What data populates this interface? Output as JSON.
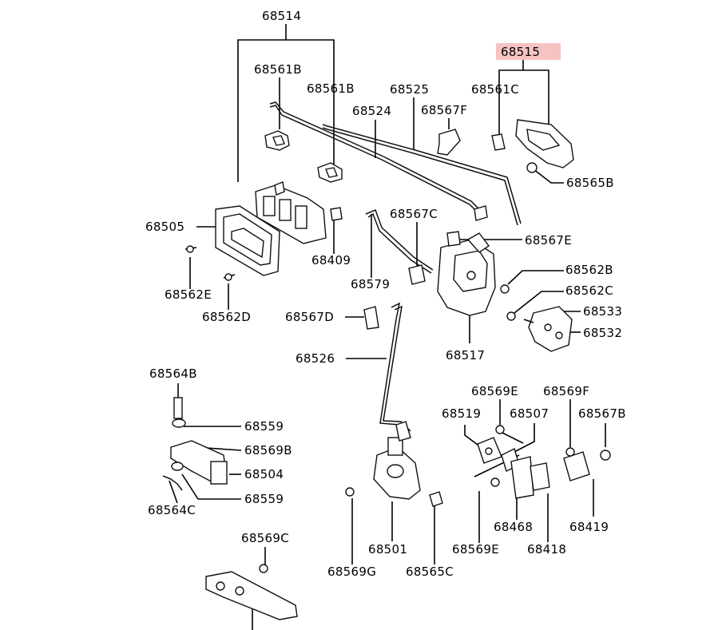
{
  "diagram": {
    "highlight_color": "#f6c2c2",
    "callouts": {
      "c68514": "68514",
      "c68561B_1": "68561B",
      "c68561B_2": "68561B",
      "c68525": "68525",
      "c68524": "68524",
      "c68567F": "68567F",
      "c68515": "68515",
      "c68561C": "68561C",
      "c68565B": "68565B",
      "c68505": "68505",
      "c68567C": "68567C",
      "c68567E": "68567E",
      "c68409": "68409",
      "c68562B": "68562B",
      "c68562E": "68562E",
      "c68562C": "68562C",
      "c68579": "68579",
      "c68533": "68533",
      "c68562D": "68562D",
      "c68567D": "68567D",
      "c68532": "68532",
      "c68517": "68517",
      "c68526": "68526",
      "c68564B": "68564B",
      "c68569E_1": "68569E",
      "c68569F": "68569F",
      "c68519": "68519",
      "c68507": "68507",
      "c68567B": "68567B",
      "c68559_1": "68559",
      "c68569B": "68569B",
      "c68504": "68504",
      "c68559_2": "68559",
      "c68564C": "68564C",
      "c68468": "68468",
      "c68419": "68419",
      "c68569C": "68569C",
      "c68501": "68501",
      "c68569E_2": "68569E",
      "c68418": "68418",
      "c68569G": "68569G",
      "c68565C": "68565C"
    }
  }
}
